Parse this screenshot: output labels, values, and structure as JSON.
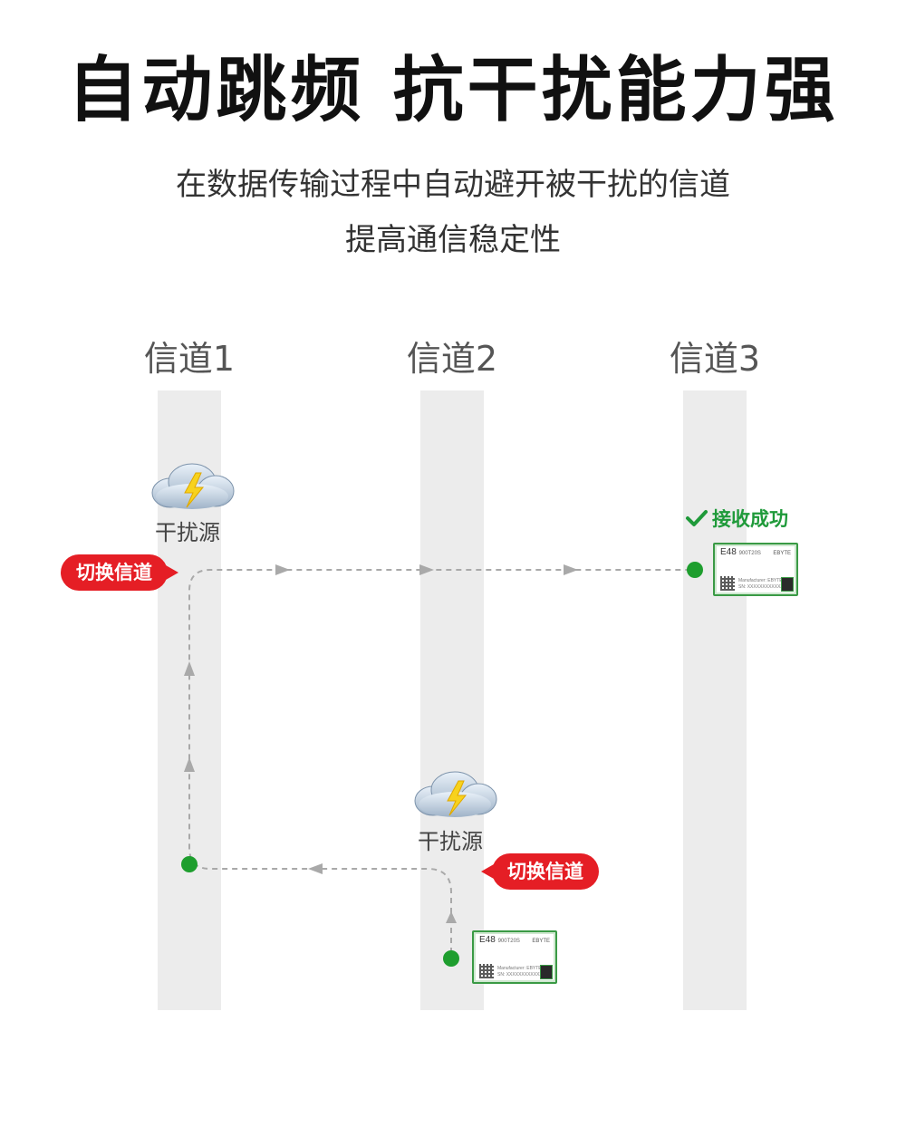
{
  "title": "自动跳频 抗干扰能力强",
  "subtitle_line1": "在数据传输过程中自动避开被干扰的信道",
  "subtitle_line2": "提高通信稳定性",
  "channels": [
    "信道1",
    "信道2",
    "信道3"
  ],
  "interference_label": "干扰源",
  "switch_label": "切换信道",
  "success_label": "接收成功",
  "module": {
    "model": "E48",
    "model_sub": "900T20S",
    "brand": "EBYTE",
    "manufacturer": "Manufacturer: EBYTE",
    "sn": "SN: XXXXXXXXXXXX"
  },
  "colors": {
    "alert_red": "#e51e25",
    "success_green": "#1f9a3a",
    "dot_green": "#1e9e2e",
    "lane_gray": "#ececec",
    "path_gray": "#a9a9a9"
  },
  "icons": {
    "interference": "storm-cloud-icon",
    "success": "checkmark-icon"
  }
}
